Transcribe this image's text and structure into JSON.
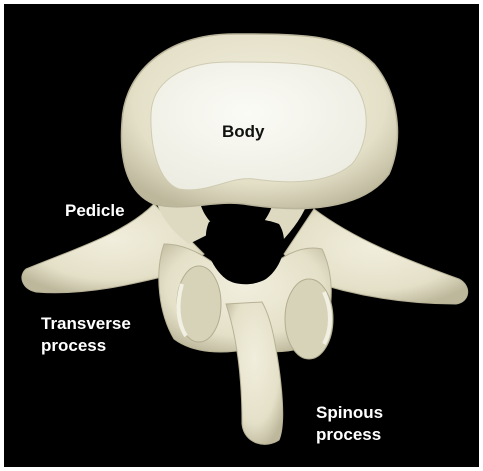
{
  "labels": {
    "body": "Body",
    "pedicle": "Pedicle",
    "transverse_line1": "Transverse",
    "transverse_line2": "process",
    "spinous_line1": "Spinous",
    "spinous_line2": "process"
  },
  "colors": {
    "background": "#000000",
    "bone": "#e9e6d2",
    "bone_shadow": "#c9c5ab",
    "endplate": "#f6f5ec",
    "label_text": "#ffffff"
  }
}
